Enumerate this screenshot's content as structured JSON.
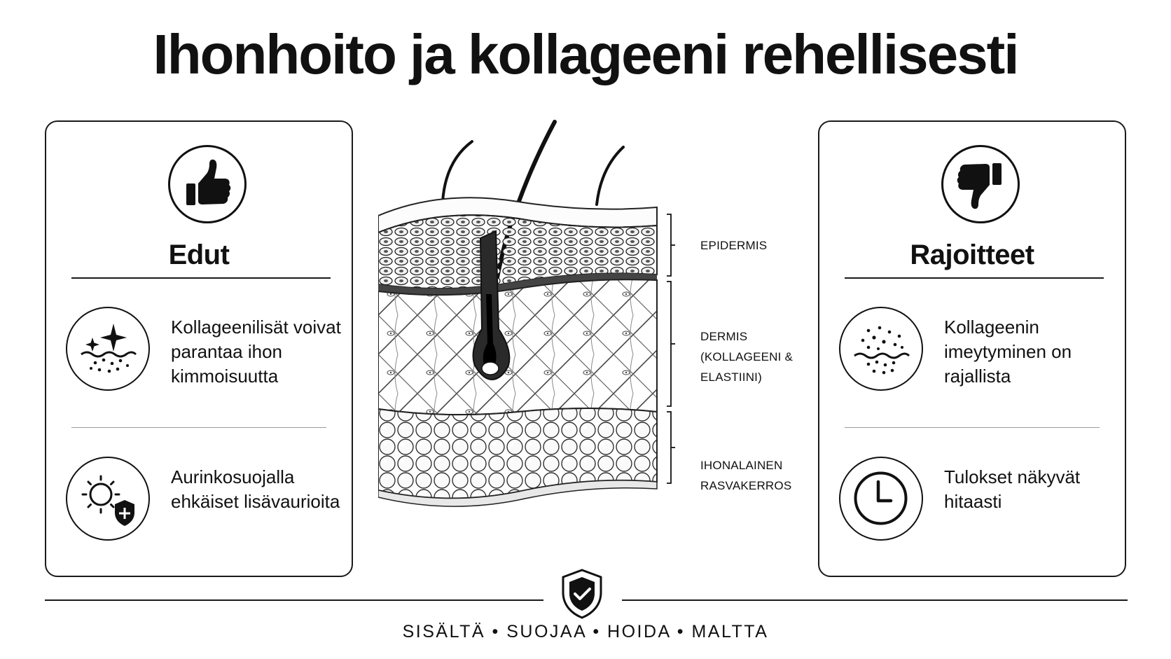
{
  "title": "Ihonhoito ja kollageeni rehellisesti",
  "benefits": {
    "heading": "Edut",
    "icon": "thumbs-up-icon",
    "items": [
      {
        "icon": "sparkle-skin-icon",
        "text": "Kollageenilisät voivat parantaa ihon kimmoisuutta"
      },
      {
        "icon": "sun-shield-icon",
        "text": "Aurinkosuojalla ehkäiset lisävaurioita"
      }
    ]
  },
  "limitations": {
    "heading": "Rajoitteet",
    "icon": "thumbs-down-icon",
    "items": [
      {
        "icon": "dotted-skin-icon",
        "text": "Kollageenin imeytyminen on rajallista"
      },
      {
        "icon": "clock-icon",
        "text": "Tulokset näkyvät hitaasti"
      }
    ]
  },
  "diagram": {
    "layers": [
      {
        "label": "EPIDERMIS"
      },
      {
        "label": "DERMIS (KOLLAGEENI & ELASTIINI)"
      },
      {
        "label": "IHONALAINEN RASVAKERROS"
      }
    ]
  },
  "footer": {
    "icon": "shield-check-icon",
    "tagline": "SISÄLTÄ • SUOJAA • HOIDA • MALTTA"
  },
  "colors": {
    "ink": "#111111",
    "background": "#ffffff"
  }
}
